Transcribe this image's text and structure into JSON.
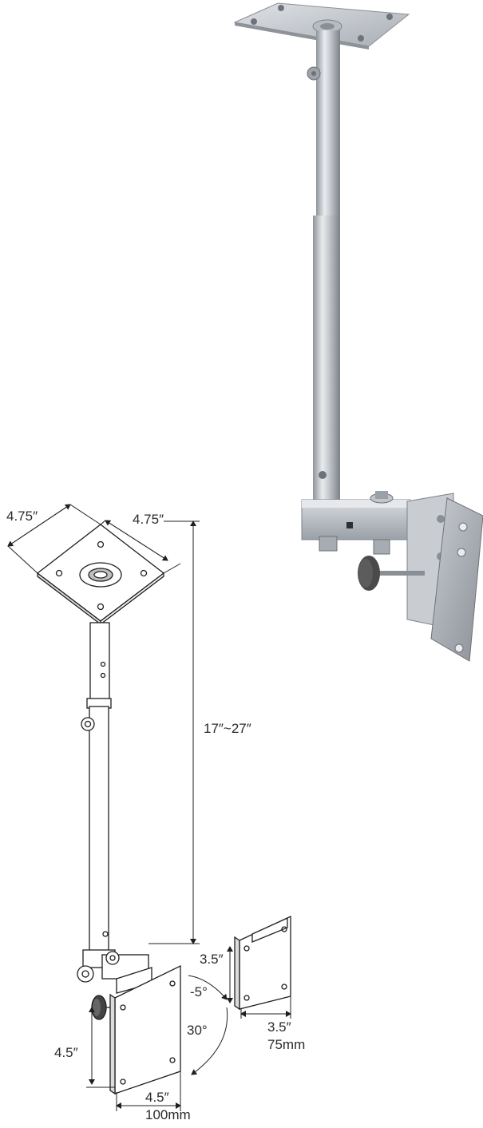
{
  "dimensions": {
    "plate_width": "4.75″",
    "plate_depth": "4.75″",
    "pole_length": "17″~27″",
    "large_vesa_height": "4.5″",
    "large_vesa_width": "4.5″",
    "large_vesa_mm": "100mm",
    "small_vesa_height": "3.5″",
    "small_vesa_width": "3.5″",
    "small_vesa_mm": "75mm",
    "tilt_up": "-5°",
    "tilt_down": "30°"
  },
  "colors": {
    "metal_light": "#e4e6e9",
    "metal_mid": "#b9bdc3",
    "metal_dark": "#7d838b",
    "knob": "#4a4a4a",
    "line": "#1f1f1f"
  }
}
